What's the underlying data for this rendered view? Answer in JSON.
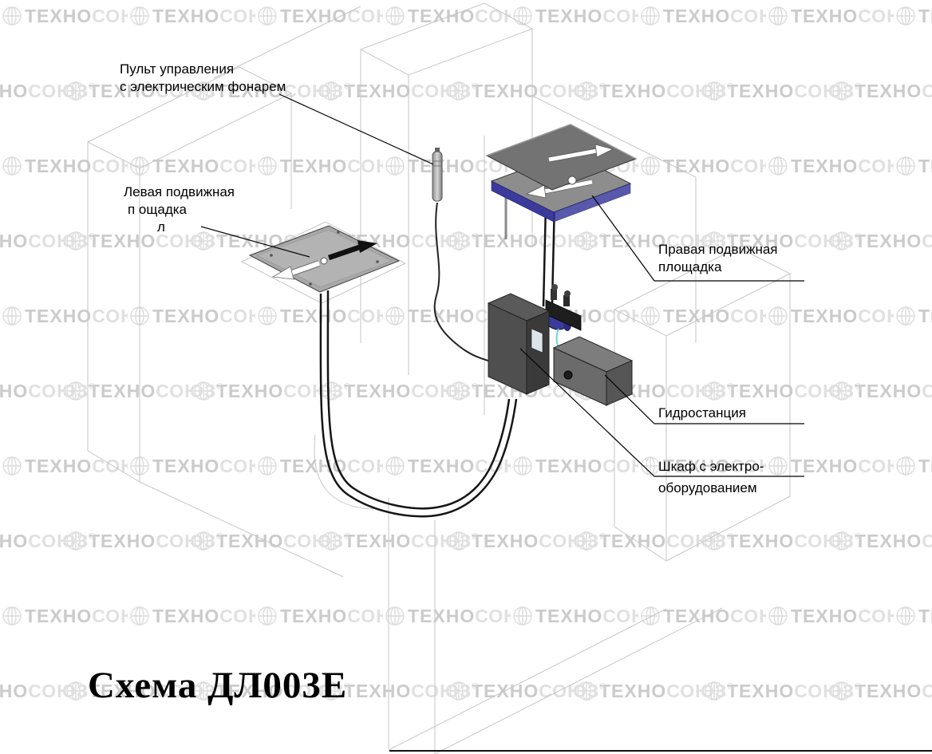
{
  "title": "Схема ДЛ003Е",
  "watermark": {
    "brand_bold": "ТЕХНО",
    "brand_light": "СОЮЗ",
    "registered": "®"
  },
  "callouts": {
    "pendant": {
      "line1": "Пульт управления",
      "line2": "с электрическим фонарем"
    },
    "left_platform": {
      "line1": "Левая подвижная",
      "line2": "п  ощадка",
      "line3": "л"
    },
    "right_platform": {
      "line1": "Правая подвижная",
      "line2": "площадка"
    },
    "hydro_station": {
      "label": "Гидростанция"
    },
    "cabinet": {
      "line1": "Шкаф с электро-",
      "line2": "оборудованием"
    }
  },
  "colors": {
    "watermark_dark": "#cbcbcb",
    "watermark_light": "#dfdfdf",
    "structure_line": "#c6c6c6",
    "platform_gray": "#a8a8a8",
    "accent_blue": "#3b3b9e",
    "cable_black": "#151515",
    "leader_black": "#000000"
  }
}
